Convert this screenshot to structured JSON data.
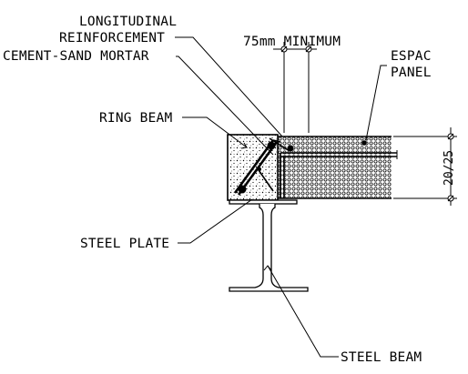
{
  "labels": {
    "longitudinal": "LONGITUDINAL",
    "reinforcement": "REINFORCEMENT",
    "mortar": "CEMENT-SAND MORTAR",
    "minimum": "75mm MINIMUM",
    "espac": "ESPAC",
    "panel": "PANEL",
    "ring_beam": "RING BEAM",
    "steel_plate": "STEEL PLATE",
    "steel_beam": "STEEL BEAM",
    "thickness": "20/25"
  },
  "colors": {
    "line": "#000000",
    "background": "#ffffff"
  }
}
